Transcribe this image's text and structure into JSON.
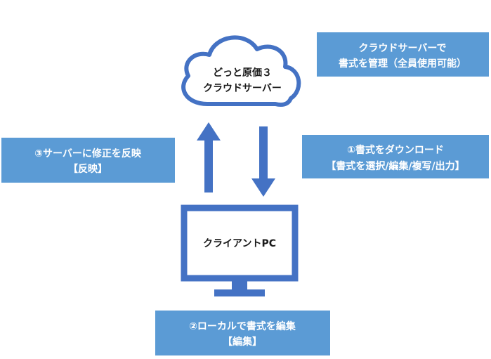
{
  "cloud": {
    "line1": "どっと原価３",
    "line2": "クラウドサーバー"
  },
  "client": {
    "label": "クライアントPC"
  },
  "notes": {
    "cloud_manage": {
      "line1": "クラウドサーバーで",
      "line2": "書式を管理（全員使用可能）"
    },
    "download": {
      "line1": "①書式をダウンロード",
      "line2": "【書式を選択/編集/複写/出力】"
    },
    "reflect": {
      "line1": "③サーバーに修正を反映",
      "line2": "【反映】"
    },
    "local_edit": {
      "line1": "②ローカルで書式を編集",
      "line2": "【編集】"
    }
  },
  "colors": {
    "accent": "#4472C4",
    "box": "#5B9BD5",
    "text_on_box": "#FFFFFF"
  },
  "icons": {
    "cloud": "cloud-icon",
    "monitor": "monitor-icon",
    "arrow_up": "arrow-up-icon",
    "arrow_down": "arrow-down-icon"
  }
}
